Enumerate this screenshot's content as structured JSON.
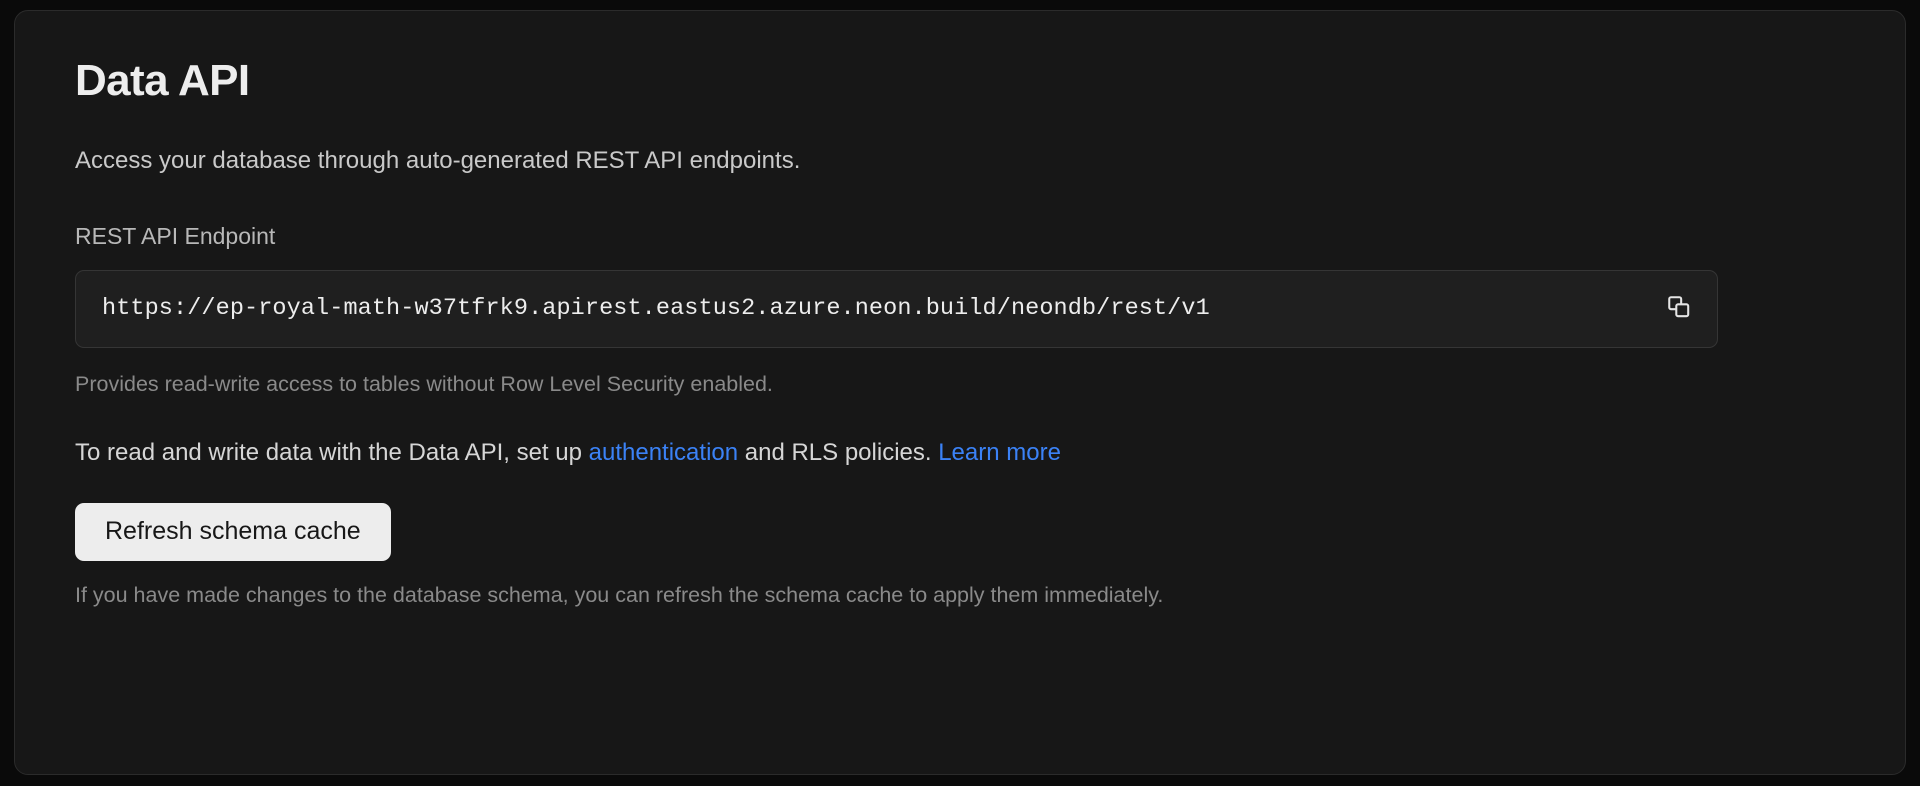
{
  "theme": {
    "page_background": "#0a0a0a",
    "card_background": "#171717",
    "card_border": "#2b2b2b",
    "input_background": "#1f1f1f",
    "input_border": "#353535",
    "link_color": "#3b82f6",
    "button_background": "#ededed",
    "button_text_color": "#171717",
    "primary_text": "#ededed",
    "muted_text": "#8a8a8a"
  },
  "card": {
    "title": "Data API",
    "description": "Access your database through auto-generated REST API endpoints.",
    "endpoint": {
      "label": "REST API Endpoint",
      "value": "https://ep-royal-math-w37tfrk9.apirest.eastus2.azure.neon.build/neondb/rest/v1",
      "placeholder": "https://",
      "copy_icon": "copy-icon",
      "copy_tooltip": "Copy"
    },
    "endpoint_hint": "Provides read-write access to tables without Row Level Security enabled.",
    "policy": {
      "lead": "To read and write data with the Data API, set up ",
      "link_authentication": "authentication",
      "middle": " and RLS policies. ",
      "link_learn_more": "Learn more"
    },
    "refresh_button": "Refresh schema cache",
    "refresh_hint": "If you have made changes to the database schema, you can refresh the schema cache to apply them immediately."
  }
}
